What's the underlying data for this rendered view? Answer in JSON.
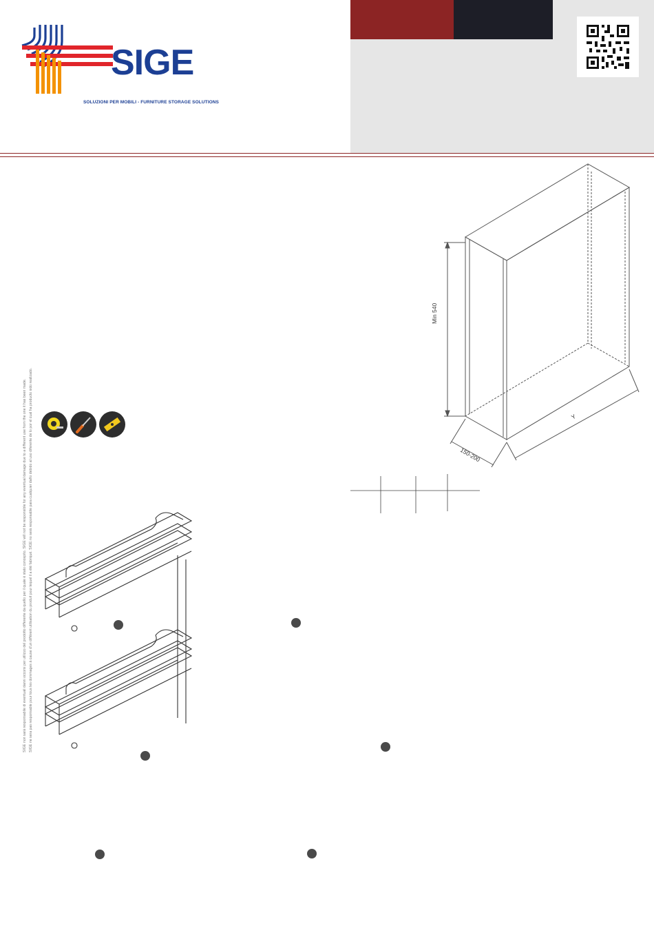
{
  "brand": {
    "name": "SIGE",
    "tagline": "SOLUZIONI PER MOBILI - FURNITURE STORAGE SOLUTIONS",
    "colors": {
      "blue": "#1c3f94",
      "red": "#e1252b",
      "orange": "#f39200",
      "dark_red": "#8c2424",
      "dark": "#1d1e27"
    }
  },
  "disclaimer": {
    "line1": "SIGE non sarà responsabile di eventuali danni occorsi per utilizzo del prodotto differente da quello per il quale è stato concepito. SIGE will not be responsible for any eventual damage due to a different use from the one it has been made.",
    "line2": "SIGE ne sera pas responsable pour tous les dommages à cause d'un différent utilisation du produit pour lequel il a été fabriqué. SIGE no será responsable para cualquier daño debido al uso diferente de lo por el cual ha producto sido realizado."
  },
  "tools": [
    "tape-measure-icon",
    "screwdriver-icon",
    "spirit-level-icon"
  ],
  "cabinet": {
    "height_label": "Min 540",
    "width_label": "150-200",
    "depth_label": "Y"
  }
}
